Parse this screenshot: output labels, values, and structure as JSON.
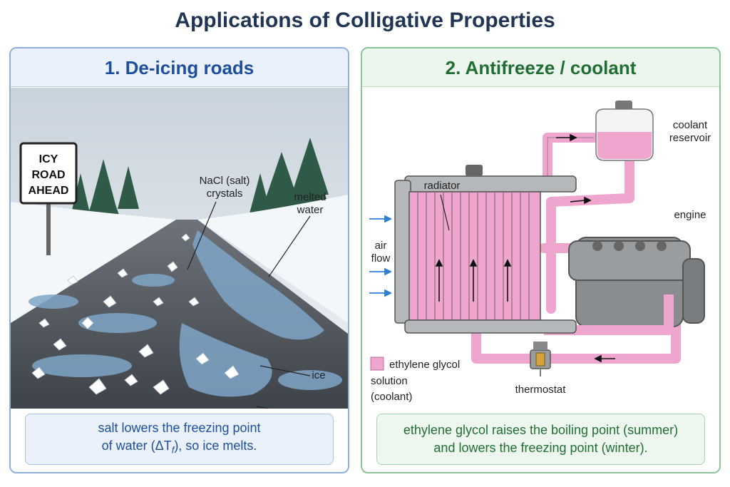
{
  "title": "Applications of Colligative Properties",
  "panel1": {
    "heading": "1. De-icing roads",
    "sign": [
      "ICY",
      "ROAD",
      "AHEAD"
    ],
    "labels": {
      "salt_line1": "NaCl (salt)",
      "salt_line2": "crystals",
      "water_line1": "melted",
      "water_line2": "water",
      "ice": "ice"
    },
    "caption_line1": "salt lowers the freezing point",
    "caption_line2_prefix": "of water (ΔT",
    "caption_line2_sub": "f",
    "caption_line2_suffix": "), so ice melts."
  },
  "panel2": {
    "heading": "2. Antifreeze / coolant",
    "labels": {
      "radiator": "radiator",
      "reservoir_line1": "coolant",
      "reservoir_line2": "reservoir",
      "engine": "engine",
      "air_line1": "air",
      "air_line2": "flow",
      "thermostat": "thermostat"
    },
    "legend_line1": "ethylene glycol",
    "legend_line2": "solution",
    "legend_line3": "(coolant)",
    "caption_line1": "ethylene glycol raises the boiling point (summer)",
    "caption_line2": "and lowers the freezing point (winter)."
  },
  "colors": {
    "coolant": "#eea6cf",
    "blue_accent": "#1e4f9c",
    "green_accent": "#216e33",
    "air_arrow": "#2f7fd8"
  }
}
